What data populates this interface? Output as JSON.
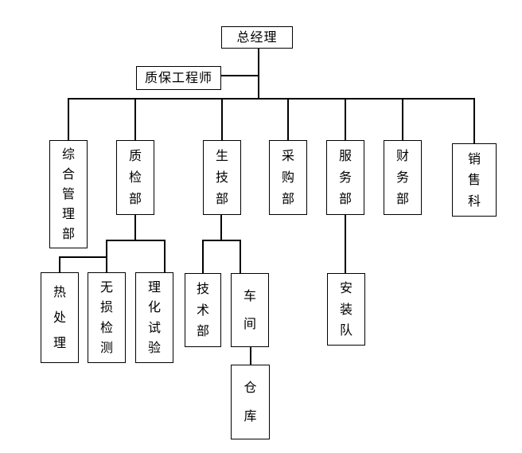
{
  "chart": {
    "root": {
      "label": "总经理"
    },
    "staff": {
      "label": "质保工程师"
    },
    "departments": [
      {
        "label": "综合管理部",
        "children": []
      },
      {
        "label": "质检部",
        "children": [
          {
            "label": "热处理"
          },
          {
            "label": "无损检测"
          },
          {
            "label": "理化试验"
          }
        ]
      },
      {
        "label": "生技部",
        "children": [
          {
            "label": "技术部"
          },
          {
            "label": "车间",
            "children": [
              {
                "label": "仓库"
              }
            ]
          }
        ]
      },
      {
        "label": "采购部",
        "children": []
      },
      {
        "label": "服务部",
        "children": [
          {
            "label": "安装队"
          }
        ]
      },
      {
        "label": "财务部",
        "children": []
      },
      {
        "label": "销售科",
        "children": []
      }
    ],
    "line_color": "#000000",
    "background_color": "#ffffff"
  }
}
